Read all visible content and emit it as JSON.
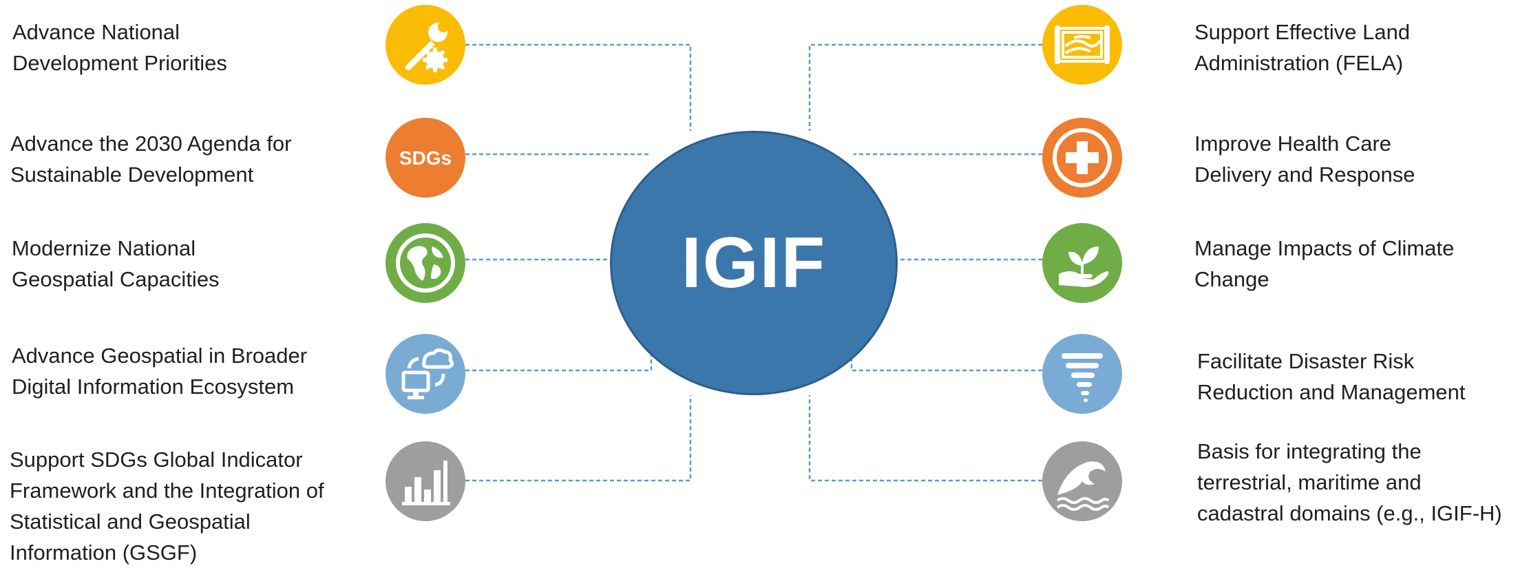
{
  "hub": {
    "title": "IGIF"
  },
  "left_items": [
    {
      "label": "Advance National\nDevelopment Priorities",
      "icon": "wrench-gear-icon",
      "color": "#fbbc05"
    },
    {
      "label": "Advance the 2030 Agenda for\nSustainable Development",
      "icon": "sdgs-icon",
      "icon_text": "SDGs",
      "color": "#ed7d31"
    },
    {
      "label": "Modernize National\nGeospatial Capacities",
      "icon": "globe-icon",
      "color": "#70ad47"
    },
    {
      "label": "Advance Geospatial in Broader\nDigital Information Ecosystem",
      "icon": "computer-cloud-icon",
      "color": "#7aabd4"
    },
    {
      "label": "Support SDGs Global Indicator\nFramework and the Integration of\nStatistical and Geospatial\nInformation (GSGF)",
      "icon": "bar-chart-icon",
      "color": "#9e9e9e"
    }
  ],
  "right_items": [
    {
      "label": "Support Effective Land\nAdministration (FELA)",
      "icon": "land-map-icon",
      "color": "#fbbc05"
    },
    {
      "label": "Improve Health Care\nDelivery and Response",
      "icon": "health-cross-icon",
      "color": "#ed7d31"
    },
    {
      "label": "Manage Impacts of Climate\nChange",
      "icon": "hand-plant-icon",
      "color": "#70ad47"
    },
    {
      "label": "Facilitate Disaster Risk\nReduction and Management",
      "icon": "tornado-icon",
      "color": "#7aabd4"
    },
    {
      "label": "Basis for integrating the\nterrestrial, maritime and\ncadastral domains (e.g., IGIF-H)",
      "icon": "wave-icon",
      "color": "#9e9e9e"
    }
  ],
  "connector_color": "#5b9bd5"
}
